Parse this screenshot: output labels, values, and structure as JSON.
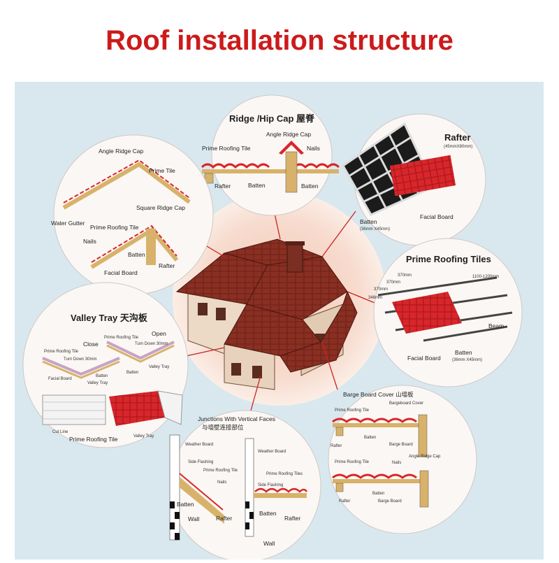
{
  "title": "Roof installation structure",
  "colors": {
    "title": "#cc1b1b",
    "background": "#d9e8ef",
    "roof": "#8a2f22",
    "tile": "#d8262b",
    "timber": "#d8b26a",
    "arrow": "#cc2222"
  },
  "panels": {
    "ridge": {
      "title": "Ridge /Hip Cap 屋脊",
      "labels": [
        "Angle Ridge Cap",
        "Prime Roofing Tile",
        "Nails",
        "Rafter",
        "Batten",
        "Batten"
      ]
    },
    "angle": {
      "labels": [
        "Angle Ridge Cap",
        "Prime Tile",
        "Water Gutter",
        "Square Ridge Cap",
        "Prime Roofing Tile",
        "Nails",
        "Batten",
        "Rafter",
        "Facial Board"
      ]
    },
    "rafter": {
      "labels": [
        "Rafter",
        "(45mmX80mm)",
        "Batten",
        "(36mm X45mm)",
        "Facial Board"
      ]
    },
    "valley": {
      "title": "Valley Tray 天沟板",
      "labels": [
        "Close",
        "Open",
        "Prime Roofing Tile",
        "Turn Down 30mm",
        "Facial Board",
        "Batten",
        "Valley Tray",
        "Prime Roofing Tile",
        "Turn Down 30mm",
        "Valley Tray",
        "Batten",
        "Cut Line",
        "Prime Roofing Tile",
        "Valley Tray"
      ]
    },
    "prime": {
      "title": "Prime Roofing Tiles",
      "labels": [
        "370mm",
        "370mm",
        "370mm",
        "346mm",
        "1100-1200mm",
        "Beam",
        "Batten",
        "(36mm X45mm)",
        "Facial Board"
      ]
    },
    "barge": {
      "title": "Barge Board Cover 山墙板",
      "labels": [
        "Prime Roofing Tile",
        "Bargeboard Cover",
        "Batten",
        "Barge Board",
        "Rafter",
        "Prime Roofing Tile",
        "Nails",
        "Angle Ridge Cap",
        "Batten",
        "Rafter",
        "Barge Board"
      ]
    },
    "junction": {
      "title": "Junctions With Vertical Faces",
      "subtitle": "与墙壁连接部位",
      "labels": [
        "Weather Board",
        "Side Flashing",
        "Prime Roofing Tile",
        "Nails",
        "Batten",
        "Wall",
        "Rafter",
        "Weather Board",
        "Prime Roofing Tiles",
        "Side Flashing",
        "Batten",
        "Rafter",
        "Wall"
      ]
    }
  }
}
